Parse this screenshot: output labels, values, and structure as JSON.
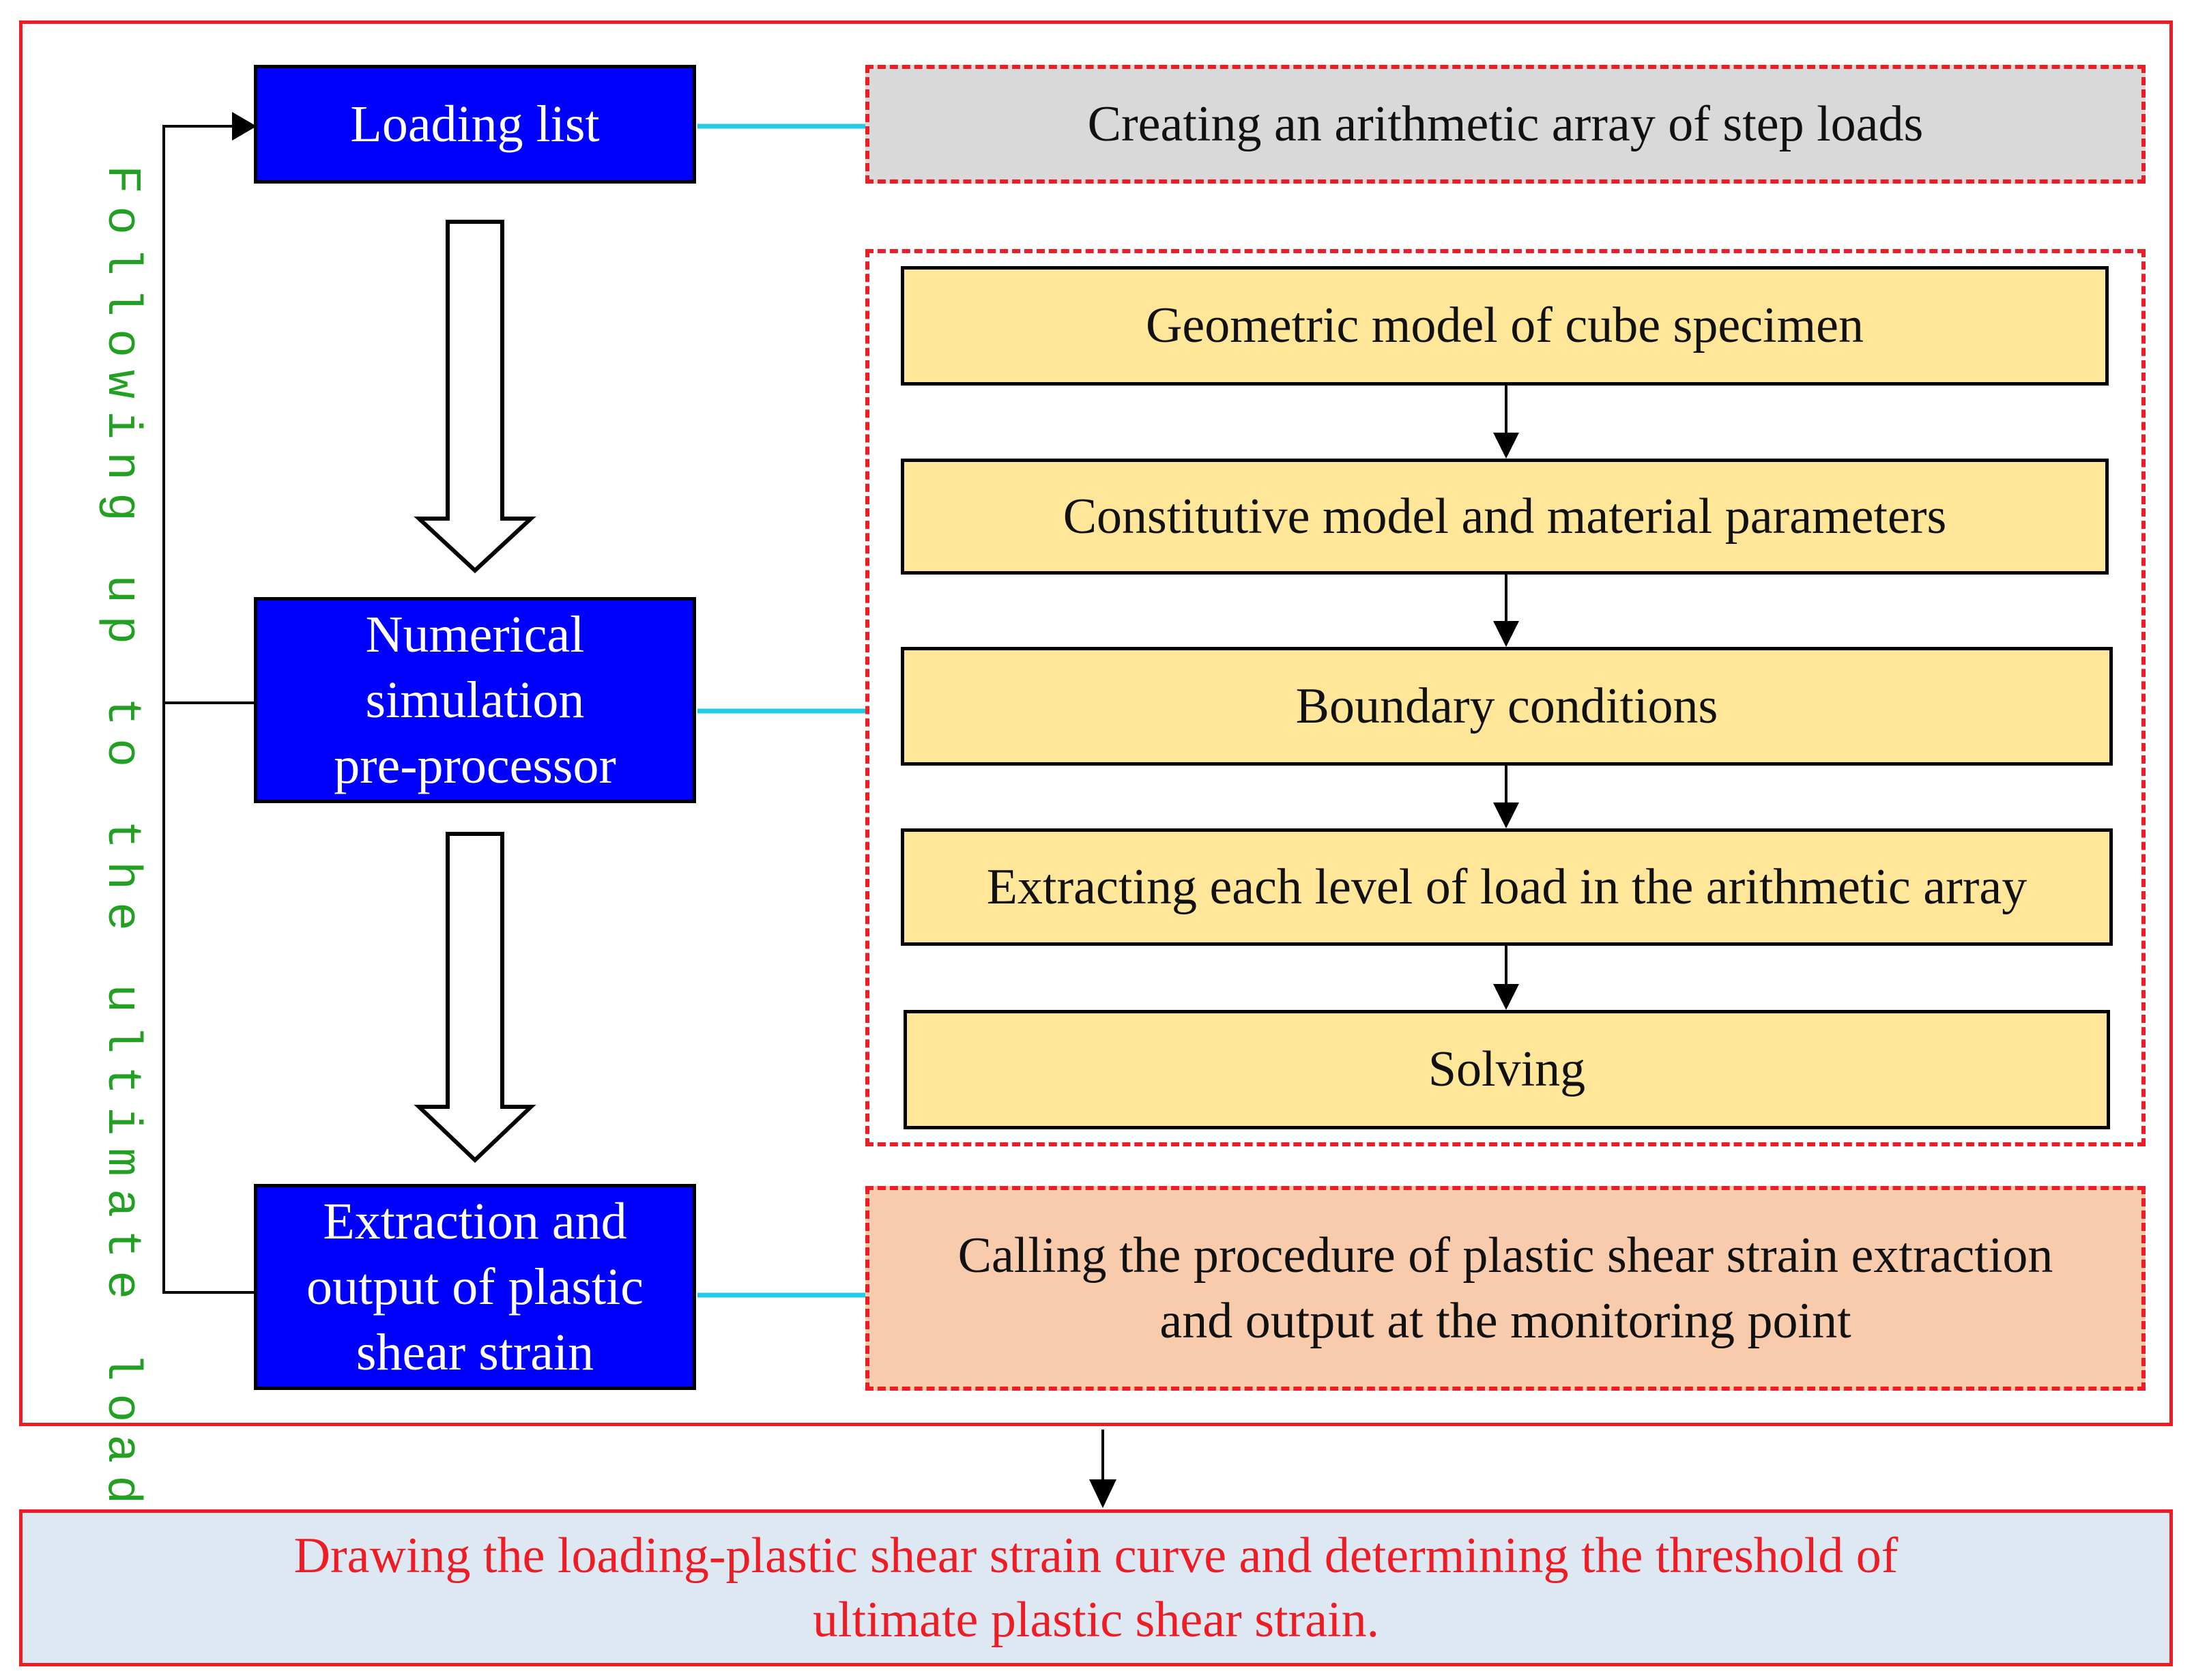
{
  "side_label": "Following up to the ultimate load",
  "left_column": {
    "loading_list": "Loading list",
    "numerical_simulation": [
      "Numerical",
      "simulation",
      "pre-processor"
    ],
    "extraction_output": [
      "Extraction and",
      "output of plastic",
      "shear strain"
    ]
  },
  "right_column": {
    "arithmetic_array": "Creating an arithmetic array of step loads",
    "steps": [
      "Geometric model of cube specimen",
      "Constitutive model and material parameters",
      "Boundary conditions",
      "Extracting each level of load in the arithmetic array",
      "Solving"
    ],
    "calling_procedure": [
      "Calling the procedure of plastic shear strain extraction",
      "and output at the monitoring point"
    ]
  },
  "final": [
    "Drawing the loading-plastic shear strain curve and determining the threshold of",
    "ultimate plastic shear strain."
  ],
  "colors": {
    "frame_red": "#ee1c25",
    "blue_box": "#0000ff",
    "yellow_box": "#ffe699",
    "gray_box": "#d9d9d9",
    "salmon_box": "#f8cbad",
    "final_box": "#dde8f3",
    "connector_cyan": "#22cce6",
    "side_label_green": "#22a022"
  }
}
